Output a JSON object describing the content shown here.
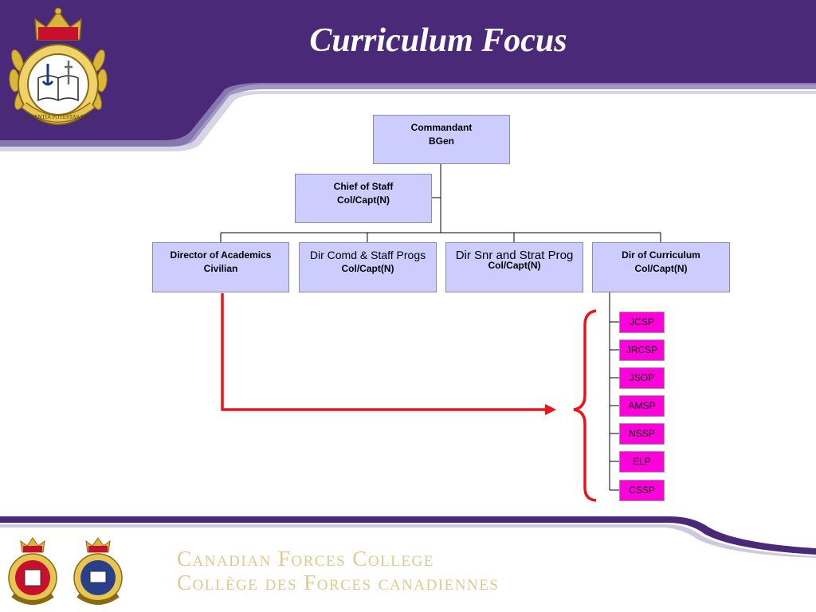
{
  "slide": {
    "title": "Curriculum Focus"
  },
  "logo": {
    "motto": "SCIENTIA POTESTAS EST"
  },
  "org_chart": {
    "commandant": {
      "line1": "Commandant",
      "line2": "BGen"
    },
    "chief_of_staff": {
      "line1": "Chief of Staff",
      "line2": "Col/Capt(N)"
    },
    "directors": [
      {
        "line1": "Director of Academics",
        "line2": "Civilian"
      },
      {
        "line1": "Dir Comd & Staff Progs",
        "line2": "Col/Capt(N)"
      },
      {
        "line1": "Dir Snr and Strat Prog",
        "line2": "Col/Capt(N)"
      },
      {
        "line1": "Dir of Curriculum",
        "line2": "Col/Capt(N)"
      }
    ],
    "courses": [
      "JCSP",
      "JRCSP",
      "JSOP",
      "AMSP",
      "NSSP",
      "ELP",
      "CSSP"
    ]
  },
  "footer": {
    "college_en": "Canadian Forces College",
    "college_fr": "Collège des Forces canadiennes"
  },
  "colors": {
    "banner_purple": "#4a2a78",
    "box_fill": "#ccccff",
    "course_fill": "#ff00dd",
    "arrow_red": "#e8161b",
    "footer_gold": "#dccb8c"
  }
}
